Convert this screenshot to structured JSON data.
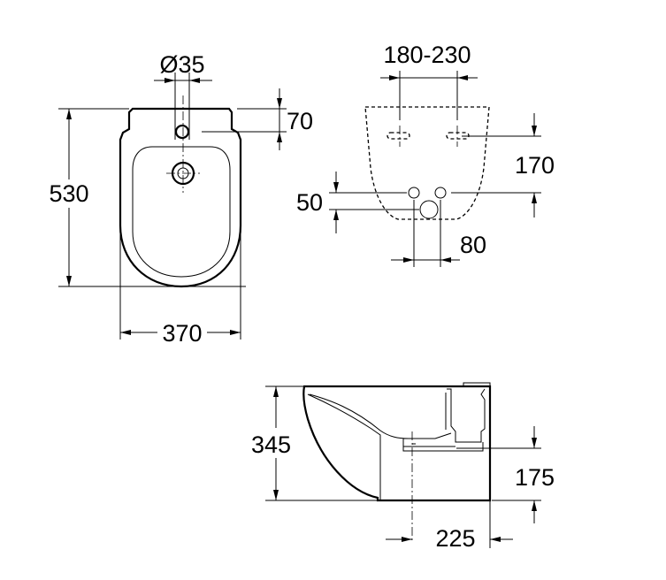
{
  "top_view": {
    "hole_diameter": "Ø35",
    "depth_to_hole": "70",
    "total_length": "530",
    "width": "370"
  },
  "rear_view": {
    "bolt_spacing": "180-230",
    "bolt_height": "170",
    "supply_offset": "50",
    "drain_offset": "80"
  },
  "side_view": {
    "height": "345",
    "drain_height": "175",
    "drain_depth": "225"
  }
}
